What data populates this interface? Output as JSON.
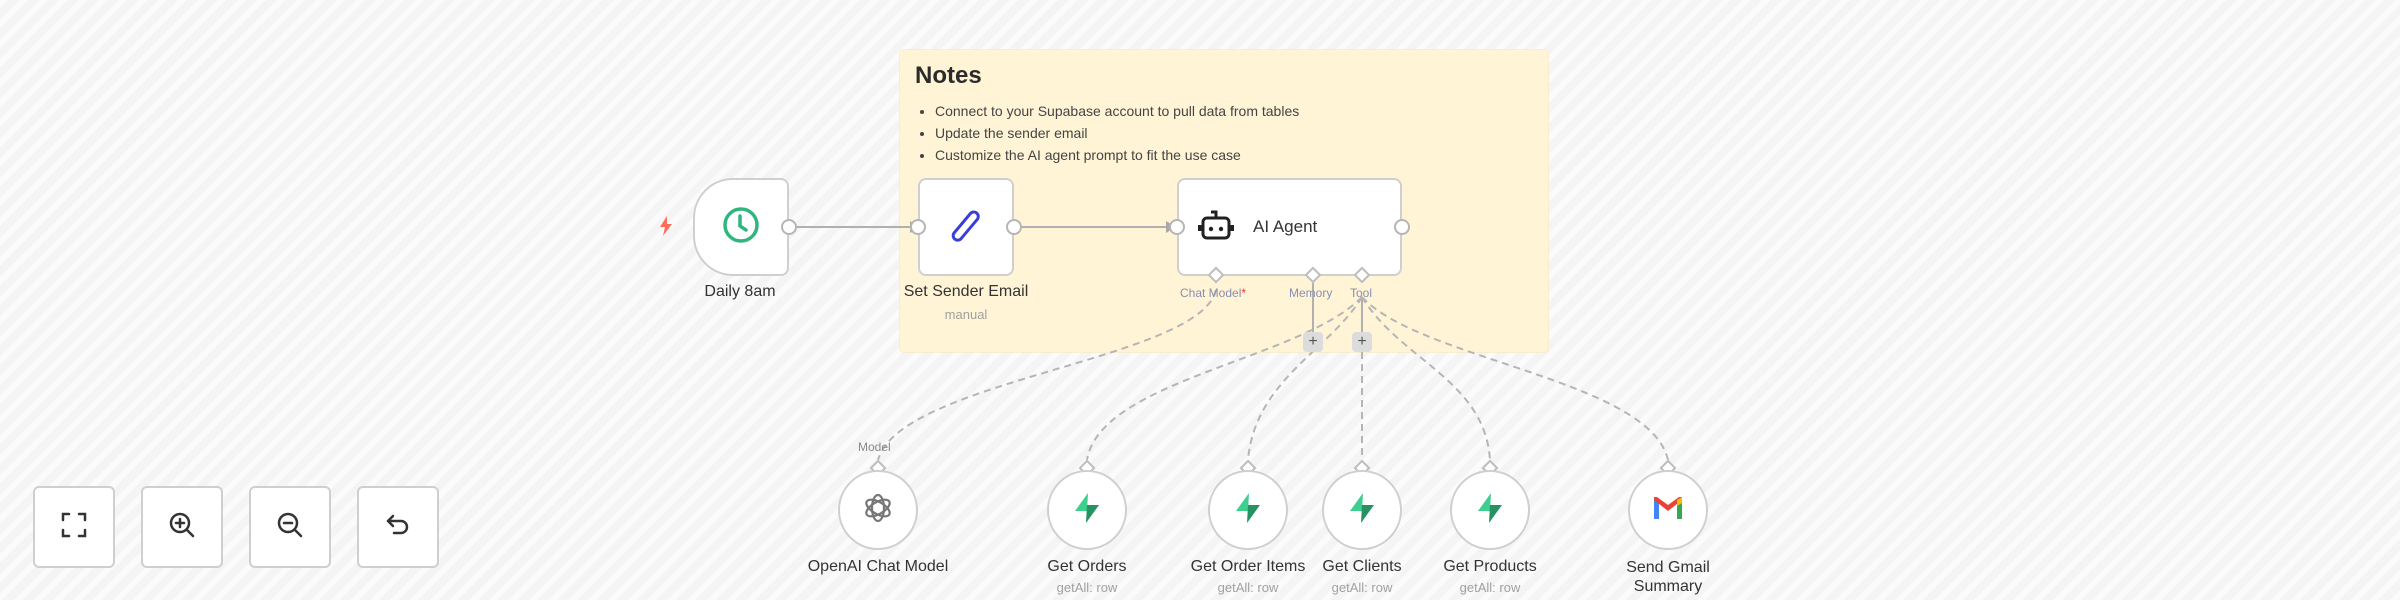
{
  "sticky_note": {
    "title": "Notes",
    "items": [
      "Connect to your Supabase account to pull data from tables",
      "Update the sender email",
      "Customize the AI agent prompt to fit the use case"
    ],
    "color": "#fff4d6"
  },
  "nodes": {
    "trigger": {
      "label": "Daily 8am",
      "icon": "clock-icon",
      "color": "#2fb67f"
    },
    "set_sender": {
      "label": "Set Sender Email",
      "sublabel": "manual",
      "icon": "pencil-icon",
      "color": "#3b3fd8"
    },
    "ai_agent": {
      "label": "AI Agent",
      "icon": "robot-icon",
      "handles": {
        "chat_model": "Chat Model",
        "required_marker": "*",
        "memory": "Memory",
        "tool": "Tool"
      }
    }
  },
  "tools": [
    {
      "label": "OpenAI Chat Model",
      "sublabel": "",
      "icon": "openai-icon",
      "input_label": "Model"
    },
    {
      "label": "Get Orders",
      "sublabel": "getAll: row",
      "icon": "supabase-icon"
    },
    {
      "label": "Get Order Items",
      "sublabel": "getAll: row",
      "icon": "supabase-icon"
    },
    {
      "label": "Get Clients",
      "sublabel": "getAll: row",
      "icon": "supabase-icon"
    },
    {
      "label": "Get Products",
      "sublabel": "getAll: row",
      "icon": "supabase-icon"
    },
    {
      "label": "Send Gmail",
      "label2": "Summary",
      "sublabel": "",
      "icon": "gmail-icon"
    }
  ],
  "add_buttons": {
    "memory": "+",
    "tool": "+"
  },
  "controls": [
    {
      "name": "fit-view",
      "icon": "fullscreen-icon"
    },
    {
      "name": "zoom-in",
      "icon": "zoom-in-icon"
    },
    {
      "name": "zoom-out",
      "icon": "zoom-out-icon"
    },
    {
      "name": "reset",
      "icon": "undo-icon"
    }
  ],
  "colors": {
    "supabase_green": "#3ecf8e",
    "trigger_bolt": "#ff6d5a",
    "edge": "#b5b5b5"
  }
}
